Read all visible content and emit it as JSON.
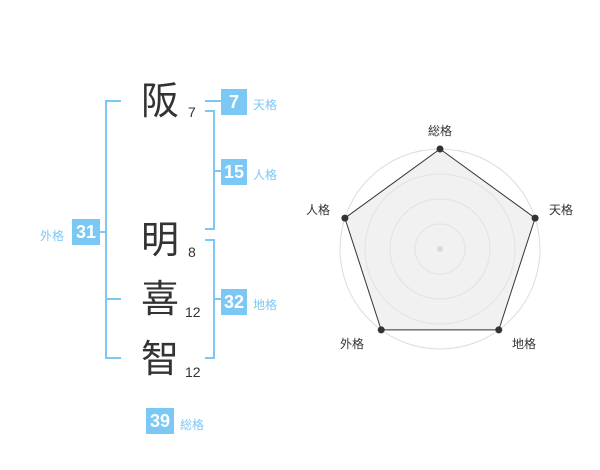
{
  "name": {
    "chars": [
      {
        "char": "阪",
        "strokes": "7"
      },
      {
        "char": "明",
        "strokes": "8"
      },
      {
        "char": "喜",
        "strokes": "12"
      },
      {
        "char": "智",
        "strokes": "12"
      }
    ]
  },
  "fortune": {
    "tenkaku": {
      "value": "7",
      "label": "天格"
    },
    "jinkaku": {
      "value": "15",
      "label": "人格"
    },
    "chikaku": {
      "value": "32",
      "label": "地格"
    },
    "gaikaku": {
      "value": "31",
      "label": "外格"
    },
    "soukaku": {
      "value": "39",
      "label": "総格"
    }
  },
  "radar": {
    "axes": [
      "総格",
      "天格",
      "地格",
      "外格",
      "人格"
    ],
    "levels": 4,
    "values": [
      4,
      4,
      4,
      4,
      4
    ],
    "colors": {
      "fill": "#f2f2f2",
      "stroke": "#333333",
      "grid": "#dddddd",
      "accent": "#7cc8f5"
    }
  }
}
